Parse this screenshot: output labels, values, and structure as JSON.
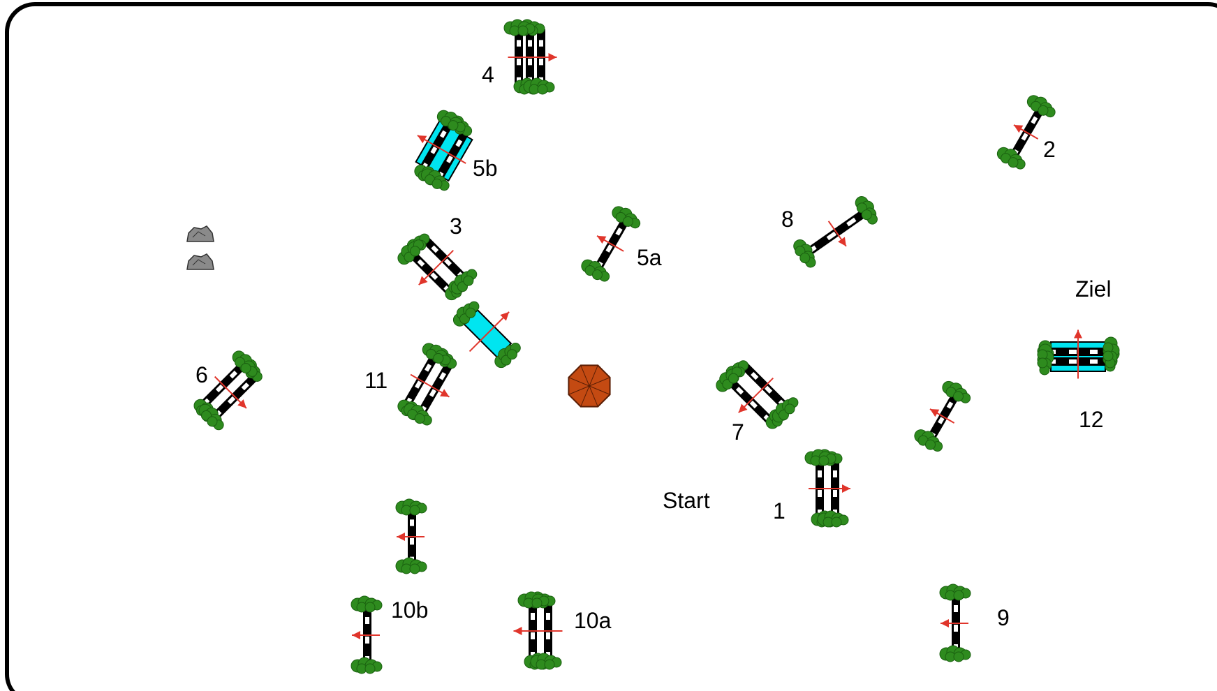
{
  "colors": {
    "border": "#000000",
    "pole_black": "#000000",
    "pole_white": "#ffffff",
    "foliage": "#2e8b1e",
    "foliage_dark": "#1a6010",
    "arrow": "#e0352b",
    "water": "#00e5f0",
    "umbrella": "#c44a12",
    "rock": "#8a8a8a"
  },
  "labels": {
    "l4": "4",
    "l5b": "5b",
    "l2": "2",
    "l3": "3",
    "l5a": "5a",
    "l8": "8",
    "ziel": "Ziel",
    "l6": "6",
    "l11": "11",
    "l7": "7",
    "l12": "12",
    "start": "Start",
    "l1": "1",
    "l10b": "10b",
    "l10a": "10a",
    "l9": "9"
  },
  "obstacles": [
    {
      "name": "obstacle-4",
      "kind": "triple-bar",
      "label": "4"
    },
    {
      "name": "obstacle-5b",
      "kind": "water-oxer",
      "label": "5b"
    },
    {
      "name": "obstacle-2",
      "kind": "vertical",
      "label": "2"
    },
    {
      "name": "obstacle-3",
      "kind": "oxer",
      "label": "3"
    },
    {
      "name": "obstacle-5a",
      "kind": "vertical",
      "label": "5a"
    },
    {
      "name": "obstacle-8",
      "kind": "vertical",
      "label": "8"
    },
    {
      "name": "obstacle-water",
      "kind": "water-jump",
      "label": ""
    },
    {
      "name": "obstacle-6",
      "kind": "oxer",
      "label": "6"
    },
    {
      "name": "obstacle-11",
      "kind": "oxer",
      "label": "11"
    },
    {
      "name": "obstacle-7",
      "kind": "oxer",
      "label": "7"
    },
    {
      "name": "obstacle-12",
      "kind": "water-oxer",
      "label": "12"
    },
    {
      "name": "obstacle-unnumbered-vertical-right",
      "kind": "vertical",
      "label": ""
    },
    {
      "name": "obstacle-1",
      "kind": "oxer",
      "label": "1"
    },
    {
      "name": "obstacle-unnumbered-vertical-left",
      "kind": "vertical",
      "label": ""
    },
    {
      "name": "obstacle-10b",
      "kind": "vertical",
      "label": "10b"
    },
    {
      "name": "obstacle-10a",
      "kind": "oxer",
      "label": "10a"
    },
    {
      "name": "obstacle-9",
      "kind": "vertical",
      "label": "9"
    }
  ],
  "decorations": {
    "umbrella": "umbrella-icon",
    "rocks": "rock-icon"
  }
}
